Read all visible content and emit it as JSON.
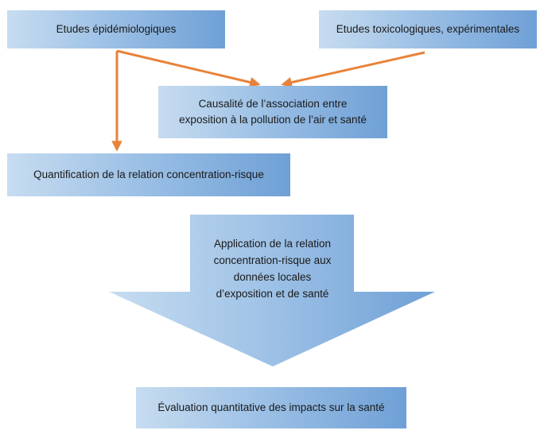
{
  "diagram": {
    "nodes": {
      "epidemiology": "Etudes épidémiologiques",
      "toxicology": "Etudes toxicologiques, expérimentales",
      "causality": [
        "Causalité de l’association entre",
        "exposition à la pollution de l’air et santé"
      ],
      "quantification": "Quantification de la relation concentration-risque",
      "application": [
        "Application de la relation",
        "concentration-risque aux",
        "données locales",
        "d’exposition et de santé"
      ],
      "evaluation": "Évaluation quantitative des impacts sur la santé"
    },
    "colors": {
      "box_light": "#c7dcf0",
      "box_dark": "#6fa0d6",
      "arrow": "#e8823a"
    }
  }
}
